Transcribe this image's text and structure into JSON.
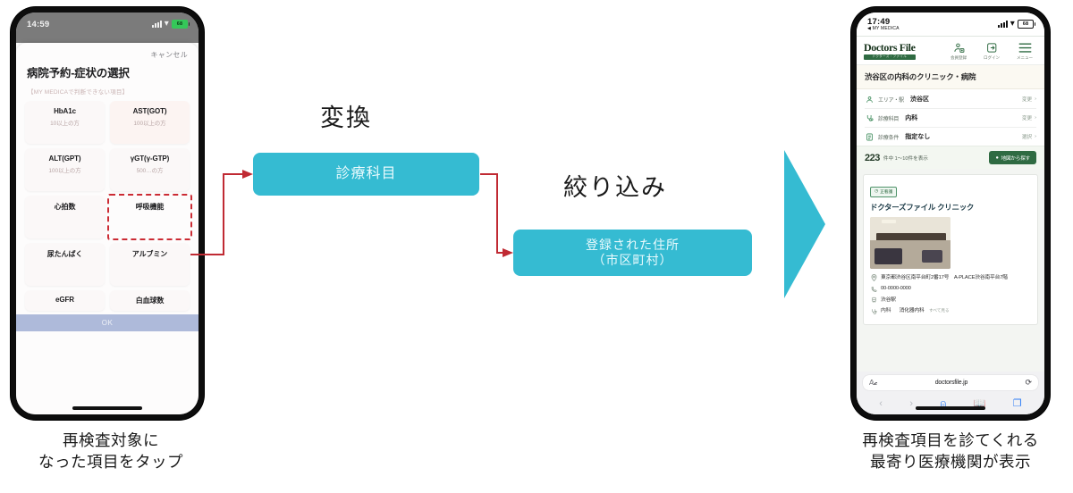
{
  "left_phone": {
    "status": {
      "time": "14:59",
      "battery": "68"
    },
    "cancel_label": "キャンセル",
    "title": "病院予約-症状の選択",
    "subtitle": "【MY MEDICAで判断できない項目】",
    "tiles": [
      {
        "name": "HbA1c",
        "sub": "10以上の方",
        "state": "normal"
      },
      {
        "name": "AST(GOT)",
        "sub": "100以上の方",
        "state": "tinted"
      },
      {
        "name": "ALT(GPT)",
        "sub": "100以上の方",
        "state": "normal"
      },
      {
        "name": "γGT(γ-GTP)",
        "sub": "500…の方",
        "state": "normal"
      },
      {
        "name": "心拍数",
        "sub": "",
        "state": "normal"
      },
      {
        "name": "呼吸機能",
        "sub": "",
        "state": "selected"
      },
      {
        "name": "尿たんぱく",
        "sub": "",
        "state": "normal"
      },
      {
        "name": "アルブミン",
        "sub": "",
        "state": "normal"
      },
      {
        "name": "eGFR",
        "sub": "",
        "state": "short"
      },
      {
        "name": "白血球数",
        "sub": "",
        "state": "short"
      }
    ],
    "ok_label": "OK"
  },
  "flow": {
    "label_convert": "変換",
    "label_filter": "絞り込み",
    "box_department": "診療科目",
    "box_address_line1": "登録された住所",
    "box_address_line2": "（市区町村）",
    "accent_color": "#35bbd2",
    "connector_color": "#c02a33"
  },
  "right_phone": {
    "status": {
      "time": "17:49",
      "app": "MY MEDICA",
      "battery": "68"
    },
    "header": {
      "logo": "Doctors File",
      "logo_sub": "ドクターズ・ファイル",
      "actions": [
        {
          "icon": "member-register-icon",
          "label": "会員登録"
        },
        {
          "icon": "login-icon",
          "label": "ログイン"
        },
        {
          "icon": "menu-icon",
          "label": "メニュー"
        }
      ]
    },
    "page_heading": "渋谷区の内科のクリニック・病院",
    "filters": [
      {
        "icon": "area-icon",
        "key": "エリア・駅",
        "value": "渋谷区",
        "action": "変更"
      },
      {
        "icon": "department-icon",
        "key": "診療科目",
        "value": "内科",
        "action": "変更"
      },
      {
        "icon": "condition-icon",
        "key": "診療条件",
        "value": "指定なし",
        "action": "選択"
      }
    ],
    "count": "223",
    "count_label": "件中 1〜10件を表示",
    "map_button": "地図から探す",
    "card": {
      "badge": "正看護",
      "name": "ドクターズファイル クリニック",
      "address": "東京都渋谷区南平台町2番17号　A-PLACE渋谷南平台7階",
      "phone": "00-0000-0000",
      "station": "渋谷駅",
      "dept1": "内科",
      "dept2": "消化器内科",
      "dept_more": "すべて見る"
    },
    "browser": {
      "url": "doctorsfile.jp",
      "reload_icon": "reload-icon",
      "aa_icon": "text-size-icon",
      "back_icon": "back-icon",
      "forward_icon": "forward-icon",
      "share_icon": "share-icon",
      "bookmarks_icon": "bookmarks-icon",
      "tabs_icon": "tabs-icon"
    }
  },
  "captions": {
    "left_line1": "再検査対象に",
    "left_line2": "なった項目をタップ",
    "right_line1": "再検査項目を診てくれる",
    "right_line2": "最寄り医療機関が表示"
  }
}
